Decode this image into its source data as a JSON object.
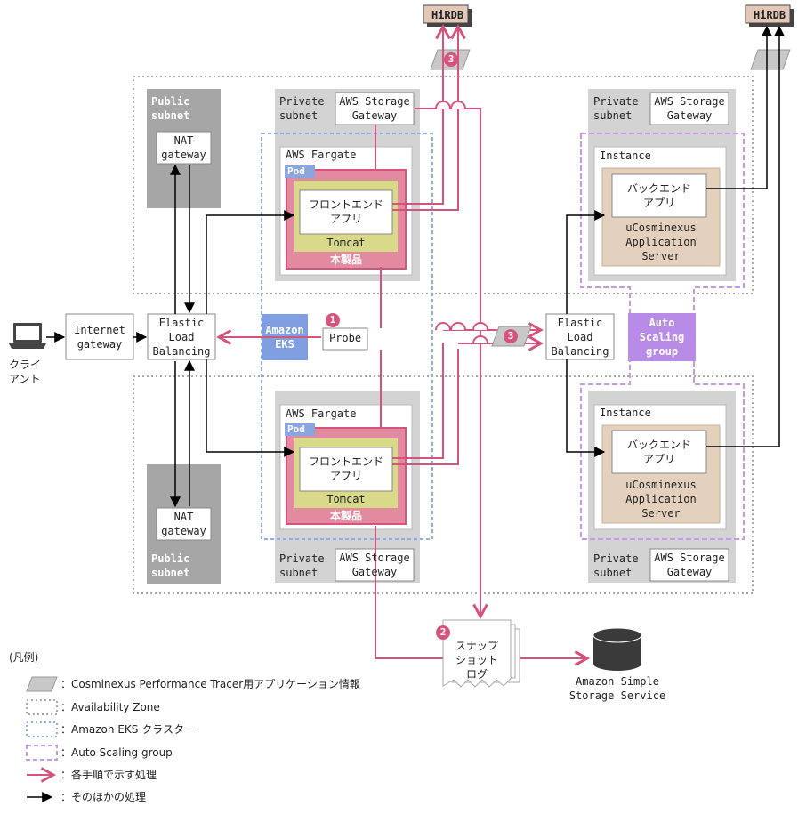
{
  "hirdb_left": "HiRDB",
  "hirdb_right": "HiRDB",
  "public_subnet_top": "Public\nsubnet",
  "public_subnet_bottom": "Public\nsubnet",
  "nat_top": "NAT\ngateway",
  "nat_bottom": "NAT\ngateway",
  "private_subnet_tl": "Private\nsubnet",
  "private_subnet_bl": "Private\nsubnet",
  "private_subnet_tr": "Private\nsubnet",
  "private_subnet_br": "Private\nsubnet",
  "storage_gw_tl": "AWS Storage\nGateway",
  "storage_gw_bl": "AWS Storage\nGateway",
  "storage_gw_tr": "AWS Storage\nGateway",
  "storage_gw_br": "AWS Storage\nGateway",
  "fargate_top": "AWS Fargate",
  "fargate_bottom": "AWS Fargate",
  "pod_top": "Pod",
  "pod_bottom": "Pod",
  "frontend_top": "フロントエンド\nアプリ",
  "frontend_bottom": "フロントエンド\nアプリ",
  "tomcat_top": "Tomcat",
  "tomcat_bottom": "Tomcat",
  "product_top": "本製品",
  "product_bottom": "本製品",
  "instance_top": "Instance",
  "instance_bottom": "Instance",
  "backend_top": "バックエンド\nアプリ",
  "backend_bottom": "バックエンド\nアプリ",
  "ucosminexus_top": "uCosminexus\nApplication\nServer",
  "ucosminexus_bottom": "uCosminexus\nApplication\nServer",
  "client": "クライ\nアント",
  "internet_gateway": "Internet\ngateway",
  "elb_left": "Elastic\nLoad\nBalancing",
  "elb_right": "Elastic\nLoad\nBalancing",
  "amazon_eks": "Amazon\nEKS",
  "probe": "Probe",
  "auto_scaling": "Auto\nScaling\ngroup",
  "snapshot_log": "スナップ\nショット\nログ",
  "s3": "Amazon Simple\nStorage Service",
  "step_1": "1",
  "step_2": "2",
  "step_3": "3",
  "legend": {
    "title": "(凡例)",
    "tracer": "：Cosminexus Performance Tracer用アプリケーション情報",
    "az": "：Availability Zone",
    "eks_cluster": "：Amazon EKS クラスター",
    "asg": "：Auto Scaling group",
    "steps": "：各手順で示す処理",
    "other": "：そのほかの処理"
  },
  "colors": {
    "pink": "#d4547e",
    "product_fill": "#e18aa0",
    "tomcat_fill": "#d9d98a",
    "pod_fill": "#8aa6e0",
    "eks_fill": "#7f9fe0",
    "asg_fill": "#b88be6",
    "public_fill": "#a6a6a6",
    "ucosminexus_fill": "#e3d0bd",
    "hirdb_fill": "#e3c8b8",
    "az_border": "#aaaaaa",
    "eks_border": "#8eaee8",
    "asg_border": "#c79ae8"
  },
  "icons": {
    "client": "laptop-icon",
    "s3": "database-icon",
    "tracer_info": "parallelogram-icon",
    "snapshot": "document-stack-icon"
  }
}
